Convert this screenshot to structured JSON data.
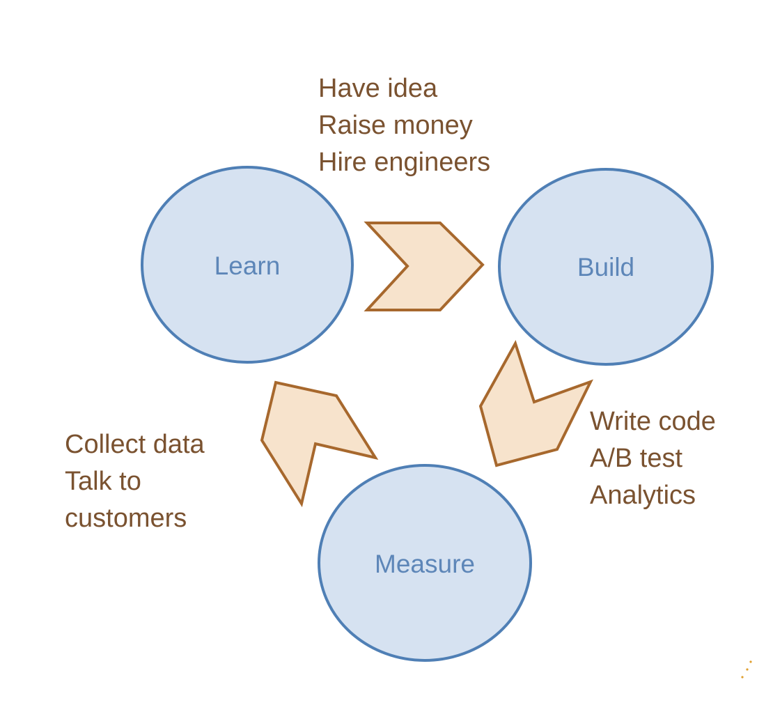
{
  "diagram": {
    "nodes": {
      "learn": "Learn",
      "build": "Build",
      "measure": "Measure"
    },
    "notes": {
      "learn_to_build": [
        "Have idea",
        "Raise money",
        "Hire engineers"
      ],
      "build_to_measure": [
        "Write code",
        "A/B test",
        "Analytics"
      ],
      "measure_to_learn": [
        "Collect data",
        "Talk to",
        "customers"
      ]
    },
    "colors": {
      "node_fill": "#d6e2f1",
      "node_stroke": "#4f7fb5",
      "node_text": "#5d86b8",
      "arrow_fill": "#f7e3cc",
      "arrow_stroke": "#a7682d",
      "note_text": "#7a5230",
      "speck": "#e0a030"
    },
    "icons": {
      "arrow": "chevron-arrow-icon"
    }
  }
}
